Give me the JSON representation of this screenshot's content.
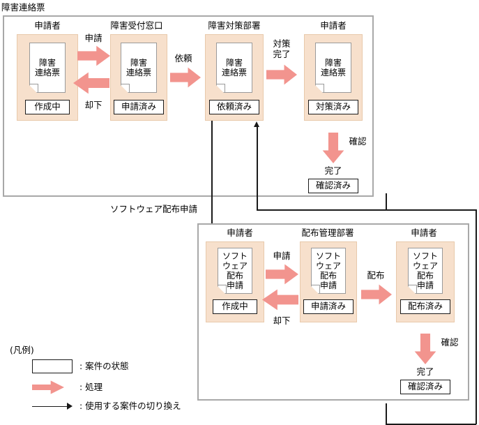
{
  "sections": [
    {
      "title": "障害連絡票",
      "actors": [
        {
          "label": "申請者",
          "doc_lines": [
            "障害",
            "連絡票"
          ],
          "state": "作成中"
        },
        {
          "label": "障害受付窓口",
          "doc_lines": [
            "障害",
            "連絡票"
          ],
          "state": "申請済み"
        },
        {
          "label": "障害対策部署",
          "doc_lines": [
            "障害",
            "連絡票"
          ],
          "state": "依頼済み"
        },
        {
          "label": "申請者",
          "doc_lines": [
            "障害",
            "連絡票"
          ],
          "state": "対策済み"
        }
      ],
      "transitions": {
        "forward_1": "申請",
        "reject_1": "却下",
        "forward_2": "依頼",
        "forward_3_line1": "対策",
        "forward_3_line2": "完了",
        "confirm": "確認",
        "done_label": "完了",
        "done_state": "確認済み"
      }
    },
    {
      "title": "ソフトウェア配布申請",
      "actors": [
        {
          "label": "申請者",
          "doc_lines": [
            "ソフト",
            "ウェア",
            "配布",
            "申請"
          ],
          "state": "作成中"
        },
        {
          "label": "配布管理部署",
          "doc_lines": [
            "ソフト",
            "ウェア",
            "配布",
            "申請"
          ],
          "state": "申請済み"
        },
        {
          "label": "申請者",
          "doc_lines": [
            "ソフト",
            "ウェア",
            "配布",
            "申請"
          ],
          "state": "配布済み"
        }
      ],
      "transitions": {
        "forward_1": "申請",
        "reject_1": "却下",
        "forward_2": "配布",
        "confirm": "確認",
        "done_label": "完了",
        "done_state": "確認済み"
      }
    }
  ],
  "legend": {
    "title": "(凡例)",
    "items": [
      {
        "symbol": "state-box",
        "text": ": 案件の状態"
      },
      {
        "symbol": "pink-arrow",
        "text": ": 処理"
      },
      {
        "symbol": "thin-line-arrow",
        "text": ": 使用する案件の切り換え"
      }
    ]
  },
  "colors": {
    "actor_card_fill": "#f7e0cc",
    "actor_card_border": "#e8c9ab",
    "process_arrow": "#f2948e",
    "frame_border": "#a8a8a8",
    "state_border": "#1a1a1a",
    "connector": "#1a1a1a"
  }
}
